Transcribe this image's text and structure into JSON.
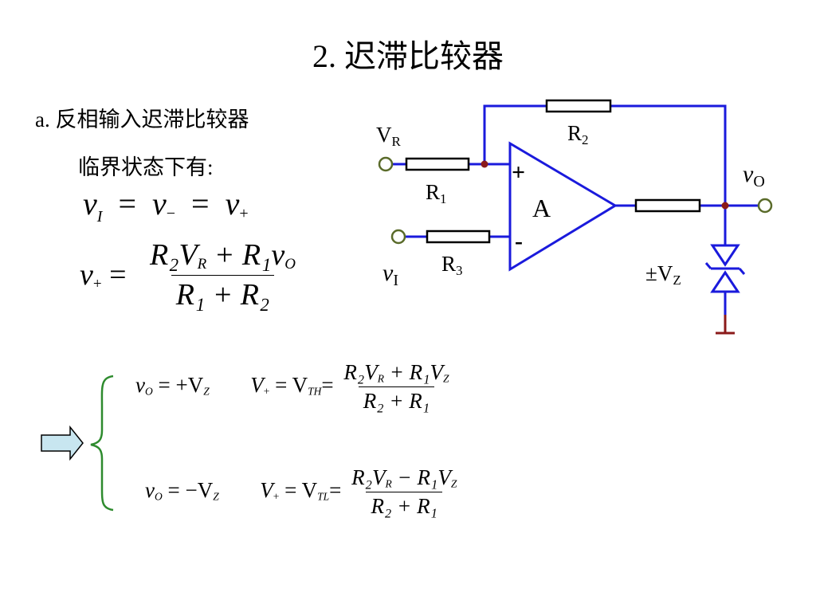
{
  "slide": {
    "title": "2.  迟滞比较器",
    "subtitle": "a.  反相输入迟滞比较器",
    "critical": "临界状态下有:"
  },
  "circuit": {
    "vr": "V",
    "vr_sub": "R",
    "r2": "R",
    "r2_sub": "2",
    "r1": "R",
    "r1_sub": "1",
    "r3": "R",
    "r3_sub": "3",
    "vi": "v",
    "vi_sub": "I",
    "vo": "v",
    "vo_sub": "O",
    "amp": "A",
    "plus": "+",
    "minus": "-",
    "vz": "±V",
    "vz_sub": "Z",
    "colors": {
      "wire": "#1a1adc",
      "node": "#8b1a1a",
      "terminal": "#5a6b2a",
      "ground": "#8b1a1a",
      "brace": "#2e8b2e",
      "arrow_fill": "#c8e6f0"
    }
  },
  "eq1": {
    "text": "v",
    "sub_i": "I",
    "sub_m": "−",
    "sub_p": "+",
    "eq": "="
  },
  "eq2": {
    "lhs": "v",
    "lhs_sub": "+",
    "eq": "=",
    "num": "R₂V",
    "num_sub": "R",
    "num_mid": " + R₁v",
    "num_sub2": "O",
    "den": "R₁ + R₂"
  },
  "results": [
    {
      "vo": "v",
      "vo_sub": "O",
      "vo_val": " = +V",
      "vo_val_sub": "Z",
      "vp": "V",
      "vp_sub": "+",
      "vt": " = V",
      "vt_sub": "TH",
      "eq": "=",
      "num": "R₂V",
      "num_sub": "R",
      "num_mid": " + R₁V",
      "num_sub2": "Z",
      "den": "R₂ + R₁"
    },
    {
      "vo": "v",
      "vo_sub": "O",
      "vo_val": " = −V",
      "vo_val_sub": "Z",
      "vp": "V",
      "vp_sub": "+",
      "vt": " = V",
      "vt_sub": "TL",
      "eq": "=",
      "num": "R₂V",
      "num_sub": "R",
      "num_mid": " − R₁V",
      "num_sub2": "Z",
      "den": "R₂ + R₁"
    }
  ]
}
